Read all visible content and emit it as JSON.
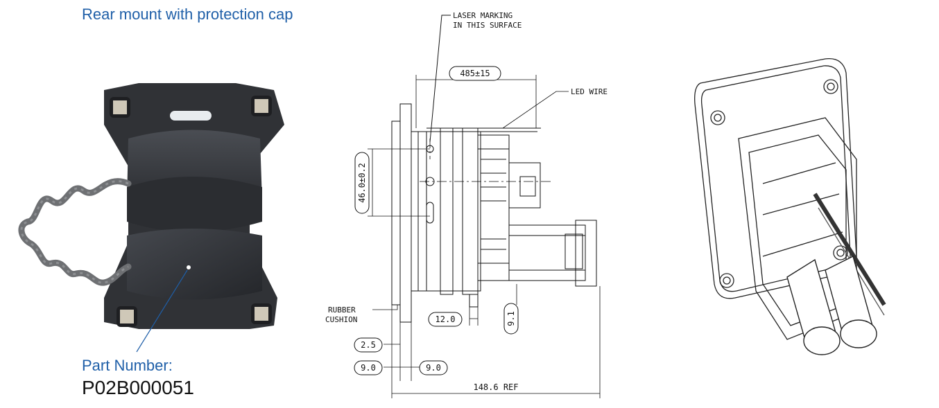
{
  "header": {
    "title": "Rear mount with protection cap"
  },
  "part": {
    "label": "Part Number:",
    "number": "P02B000051"
  },
  "drawing": {
    "callouts": {
      "laser_marking_line1": "LASER MARKING",
      "laser_marking_line2": "IN THIS SURFACE",
      "led_wire": "LED WIRE",
      "rubber_line1": "RUBBER",
      "rubber_line2": "CUSHION"
    },
    "dimensions": {
      "top_width": "485±15",
      "height": "46.0±0.2",
      "d_12": "12.0",
      "d_9_1": "9.1",
      "d_2_5": "2.5",
      "d_9_left": "9.0",
      "d_9_right": "9.0",
      "overall": "148.6 REF"
    }
  },
  "colors": {
    "accent": "#1f5fa8",
    "cap": "#3a3d42",
    "cap_dark": "#26282c",
    "mount": "#303236"
  }
}
